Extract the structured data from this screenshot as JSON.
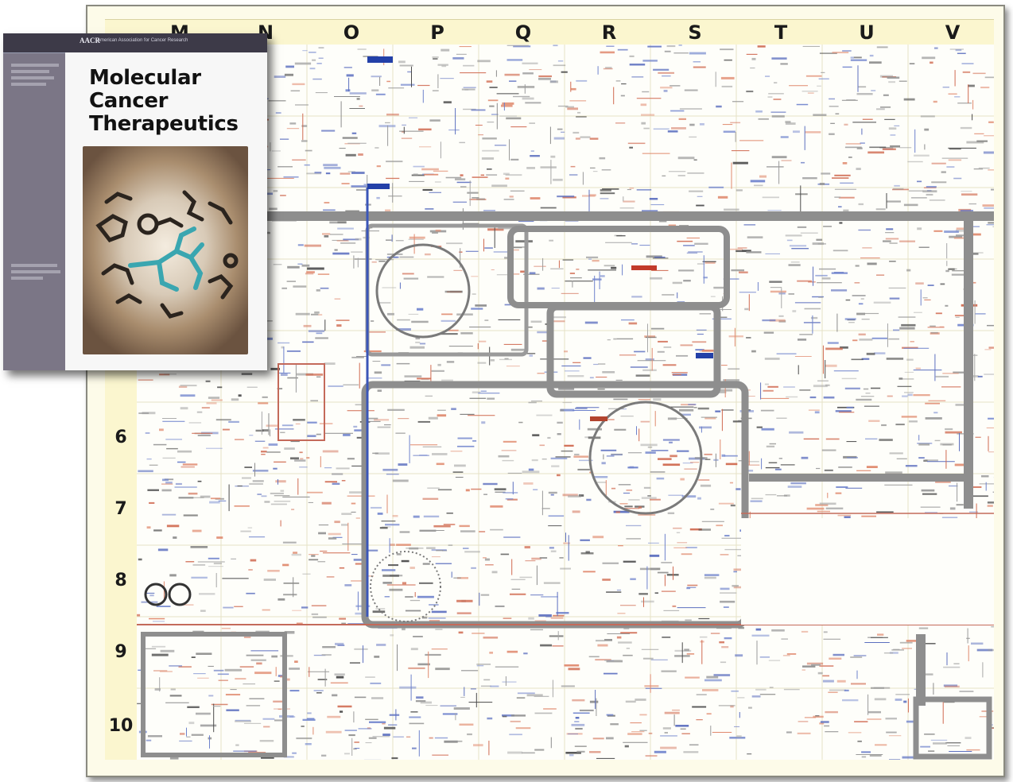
{
  "poster": {
    "columns": [
      "M",
      "N",
      "O",
      "P",
      "Q",
      "R",
      "S",
      "T",
      "U",
      "V"
    ],
    "rows": [
      "6",
      "7",
      "8",
      "9",
      "10"
    ]
  },
  "cover": {
    "title_lines": [
      "Molecular",
      "Cancer",
      "Therapeutics"
    ],
    "logo_text": "AACR",
    "publisher": "American Association for Cancer Research"
  },
  "colors": {
    "poster_background": "#fdfbe9",
    "grid_band": "#fbf6cf",
    "pathway_gray": "#8e8e8e",
    "pathway_blue": "#3b56b8",
    "pathway_red": "#d2553c",
    "cover_sidebar": "#7b7686",
    "molecule_teal": "#3aa6b0"
  }
}
